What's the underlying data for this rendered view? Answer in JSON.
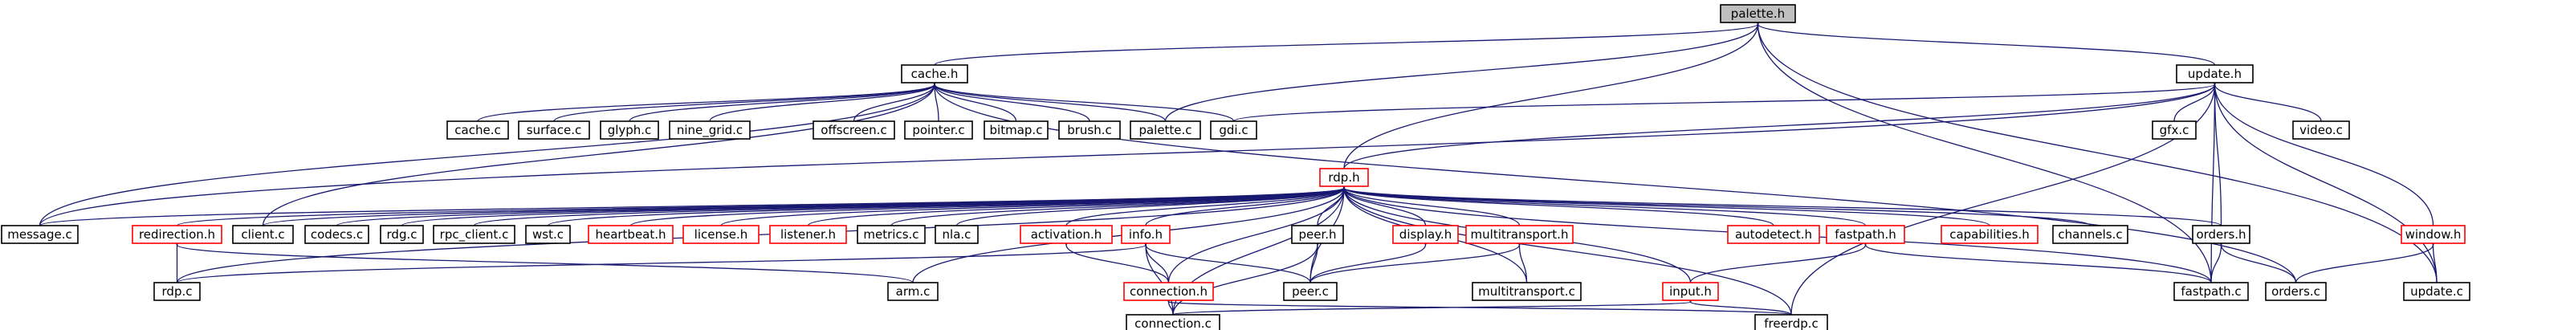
{
  "colors": {
    "edge": "#191970",
    "node_border_default": "#000000",
    "node_border_red": "#ff0000",
    "node_fill_root": "#bfbfbf",
    "node_fill": "#ffffff",
    "text": "#000000"
  },
  "nodes": [
    {
      "id": "palette_h",
      "label": "palette.h",
      "style": "root"
    },
    {
      "id": "cache_h",
      "label": "cache.h",
      "style": "black"
    },
    {
      "id": "update_h",
      "label": "update.h",
      "style": "black"
    },
    {
      "id": "cache_c",
      "label": "cache.c",
      "style": "black"
    },
    {
      "id": "surface_c",
      "label": "surface.c",
      "style": "black"
    },
    {
      "id": "glyph_c",
      "label": "glyph.c",
      "style": "black"
    },
    {
      "id": "nine_grid_c",
      "label": "nine_grid.c",
      "style": "black"
    },
    {
      "id": "offscreen_c",
      "label": "offscreen.c",
      "style": "black"
    },
    {
      "id": "pointer_c",
      "label": "pointer.c",
      "style": "black"
    },
    {
      "id": "bitmap_c",
      "label": "bitmap.c",
      "style": "black"
    },
    {
      "id": "brush_c",
      "label": "brush.c",
      "style": "black"
    },
    {
      "id": "palette_c",
      "label": "palette.c",
      "style": "black"
    },
    {
      "id": "gdi_c",
      "label": "gdi.c",
      "style": "black"
    },
    {
      "id": "gfx_c",
      "label": "gfx.c",
      "style": "black"
    },
    {
      "id": "video_c",
      "label": "video.c",
      "style": "black"
    },
    {
      "id": "rdp_h",
      "label": "rdp.h",
      "style": "red"
    },
    {
      "id": "message_c",
      "label": "message.c",
      "style": "black"
    },
    {
      "id": "redirection_h",
      "label": "redirection.h",
      "style": "red"
    },
    {
      "id": "client_c",
      "label": "client.c",
      "style": "black"
    },
    {
      "id": "codecs_c",
      "label": "codecs.c",
      "style": "black"
    },
    {
      "id": "rdg_c",
      "label": "rdg.c",
      "style": "black"
    },
    {
      "id": "rpc_client_c",
      "label": "rpc_client.c",
      "style": "black"
    },
    {
      "id": "wst_c",
      "label": "wst.c",
      "style": "black"
    },
    {
      "id": "heartbeat_h",
      "label": "heartbeat.h",
      "style": "red"
    },
    {
      "id": "license_h",
      "label": "license.h",
      "style": "red"
    },
    {
      "id": "listener_h",
      "label": "listener.h",
      "style": "red"
    },
    {
      "id": "metrics_c",
      "label": "metrics.c",
      "style": "black"
    },
    {
      "id": "nla_c",
      "label": "nla.c",
      "style": "black"
    },
    {
      "id": "activation_h",
      "label": "activation.h",
      "style": "red"
    },
    {
      "id": "info_h",
      "label": "info.h",
      "style": "red"
    },
    {
      "id": "peer_h",
      "label": "peer.h",
      "style": "black"
    },
    {
      "id": "display_h",
      "label": "display.h",
      "style": "red"
    },
    {
      "id": "multitransport_h",
      "label": "multitransport.h",
      "style": "red"
    },
    {
      "id": "autodetect_h",
      "label": "autodetect.h",
      "style": "red"
    },
    {
      "id": "fastpath_h",
      "label": "fastpath.h",
      "style": "red"
    },
    {
      "id": "capabilities_h",
      "label": "capabilities.h",
      "style": "red"
    },
    {
      "id": "channels_c",
      "label": "channels.c",
      "style": "black"
    },
    {
      "id": "orders_h",
      "label": "orders.h",
      "style": "black"
    },
    {
      "id": "window_h",
      "label": "window.h",
      "style": "red"
    },
    {
      "id": "rdp_c",
      "label": "rdp.c",
      "style": "black"
    },
    {
      "id": "arm_c",
      "label": "arm.c",
      "style": "black"
    },
    {
      "id": "connection_h",
      "label": "connection.h",
      "style": "red"
    },
    {
      "id": "peer_c",
      "label": "peer.c",
      "style": "black"
    },
    {
      "id": "multitransport_c",
      "label": "multitransport.c",
      "style": "black"
    },
    {
      "id": "input_h",
      "label": "input.h",
      "style": "red"
    },
    {
      "id": "fastpath_c",
      "label": "fastpath.c",
      "style": "black"
    },
    {
      "id": "orders_c",
      "label": "orders.c",
      "style": "black"
    },
    {
      "id": "update_c",
      "label": "update.c",
      "style": "black"
    },
    {
      "id": "connection_c",
      "label": "connection.c",
      "style": "black"
    },
    {
      "id": "freerdp_c",
      "label": "freerdp.c",
      "style": "black"
    }
  ],
  "edges": [
    [
      "palette_h",
      "cache_h"
    ],
    [
      "palette_h",
      "update_h"
    ],
    [
      "palette_h",
      "palette_c"
    ],
    [
      "palette_h",
      "rdp_h"
    ],
    [
      "palette_h",
      "fastpath_c"
    ],
    [
      "palette_h",
      "update_c"
    ],
    [
      "cache_h",
      "cache_c"
    ],
    [
      "cache_h",
      "surface_c"
    ],
    [
      "cache_h",
      "glyph_c"
    ],
    [
      "cache_h",
      "nine_grid_c"
    ],
    [
      "cache_h",
      "offscreen_c"
    ],
    [
      "cache_h",
      "pointer_c"
    ],
    [
      "cache_h",
      "bitmap_c"
    ],
    [
      "cache_h",
      "brush_c"
    ],
    [
      "cache_h",
      "palette_c"
    ],
    [
      "cache_h",
      "gdi_c"
    ],
    [
      "cache_h",
      "message_c"
    ],
    [
      "cache_h",
      "client_c"
    ],
    [
      "cache_h",
      "orders_c"
    ],
    [
      "update_h",
      "gdi_c"
    ],
    [
      "update_h",
      "gfx_c"
    ],
    [
      "update_h",
      "video_c"
    ],
    [
      "update_h",
      "rdp_h"
    ],
    [
      "update_h",
      "orders_h"
    ],
    [
      "update_h",
      "window_h"
    ],
    [
      "update_h",
      "fastpath_c"
    ],
    [
      "update_h",
      "update_c"
    ],
    [
      "update_h",
      "message_c"
    ],
    [
      "update_h",
      "freerdp_c"
    ],
    [
      "rdp_h",
      "message_c"
    ],
    [
      "rdp_h",
      "redirection_h"
    ],
    [
      "rdp_h",
      "client_c"
    ],
    [
      "rdp_h",
      "codecs_c"
    ],
    [
      "rdp_h",
      "rdg_c"
    ],
    [
      "rdp_h",
      "rpc_client_c"
    ],
    [
      "rdp_h",
      "wst_c"
    ],
    [
      "rdp_h",
      "heartbeat_h"
    ],
    [
      "rdp_h",
      "license_h"
    ],
    [
      "rdp_h",
      "listener_h"
    ],
    [
      "rdp_h",
      "metrics_c"
    ],
    [
      "rdp_h",
      "nla_c"
    ],
    [
      "rdp_h",
      "activation_h"
    ],
    [
      "rdp_h",
      "info_h"
    ],
    [
      "rdp_h",
      "peer_h"
    ],
    [
      "rdp_h",
      "display_h"
    ],
    [
      "rdp_h",
      "multitransport_h"
    ],
    [
      "rdp_h",
      "autodetect_h"
    ],
    [
      "rdp_h",
      "fastpath_h"
    ],
    [
      "rdp_h",
      "capabilities_h"
    ],
    [
      "rdp_h",
      "channels_c"
    ],
    [
      "rdp_h",
      "orders_h"
    ],
    [
      "rdp_h",
      "rdp_c"
    ],
    [
      "rdp_h",
      "arm_c"
    ],
    [
      "rdp_h",
      "connection_h"
    ],
    [
      "rdp_h",
      "peer_c"
    ],
    [
      "rdp_h",
      "multitransport_c"
    ],
    [
      "rdp_h",
      "input_h"
    ],
    [
      "rdp_h",
      "fastpath_c"
    ],
    [
      "rdp_h",
      "connection_c"
    ],
    [
      "rdp_h",
      "freerdp_c"
    ],
    [
      "redirection_h",
      "rdp_c"
    ],
    [
      "redirection_h",
      "arm_c"
    ],
    [
      "activation_h",
      "connection_h"
    ],
    [
      "info_h",
      "rdp_c"
    ],
    [
      "info_h",
      "connection_h"
    ],
    [
      "info_h",
      "peer_c"
    ],
    [
      "info_h",
      "connection_c"
    ],
    [
      "peer_h",
      "peer_c"
    ],
    [
      "peer_h",
      "connection_c"
    ],
    [
      "display_h",
      "peer_c"
    ],
    [
      "multitransport_h",
      "peer_c"
    ],
    [
      "multitransport_h",
      "multitransport_c"
    ],
    [
      "fastpath_h",
      "input_h"
    ],
    [
      "fastpath_h",
      "fastpath_c"
    ],
    [
      "orders_h",
      "fastpath_c"
    ],
    [
      "orders_h",
      "orders_c"
    ],
    [
      "window_h",
      "orders_c"
    ],
    [
      "window_h",
      "update_c"
    ],
    [
      "connection_h",
      "connection_c"
    ],
    [
      "connection_h",
      "freerdp_c"
    ],
    [
      "input_h",
      "connection_c"
    ],
    [
      "input_h",
      "freerdp_c"
    ]
  ]
}
